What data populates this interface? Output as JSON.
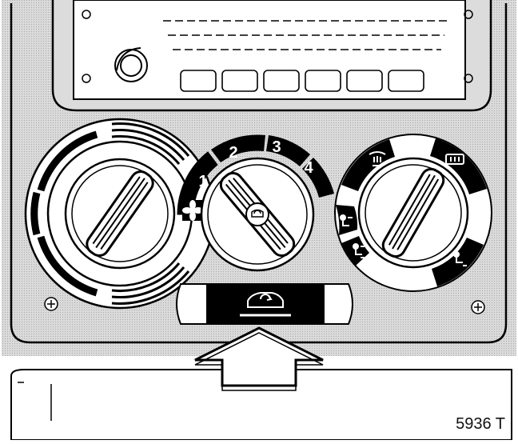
{
  "figure": {
    "reference": "5936 T",
    "fan_speed_labels": [
      "1",
      "2",
      "3",
      "4"
    ],
    "icons": {
      "fan_dial_off": "fan-icon",
      "center_knob": "recirculation-icon",
      "recirc_button": "recirculation-car-icon",
      "right_dial_top_left": "windshield-defrost-icon",
      "right_dial_top_right": "rear-window-defrost-icon",
      "right_dial_left": "face-vent-icon",
      "right_dial_bottom_left": "face-and-feet-icon",
      "right_dial_bottom_right": "feet-icon"
    },
    "callout": "press-arrow"
  },
  "colors": {
    "panel": "#d7d7d7",
    "ink": "#000000",
    "paper": "#ffffff"
  }
}
